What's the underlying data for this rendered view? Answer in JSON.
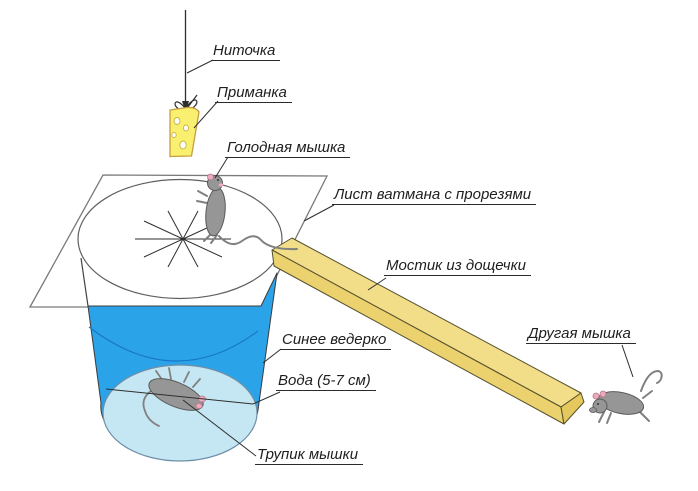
{
  "diagram": {
    "labels": {
      "string": "Ниточка",
      "bait": "Приманка",
      "hungry_mouse": "Голодная мышка",
      "paper_sheet": "Лист ватмана с прорезями",
      "bridge": "Мостик из дощечки",
      "other_mouse": "Другая мышка",
      "bucket": "Синее ведерко",
      "water": "Вода (5-7 см)",
      "dead_mouse": "Трупик мышки"
    },
    "colors": {
      "bucket_blue": "#2BA3E8",
      "bucket_arc_blue": "#1878C8",
      "water_blue": "#C5E6F3",
      "plank_yellow": "#F2DE88",
      "plank_side_yellow": "#EBD26E",
      "plank_end_yellow": "#E4C85E",
      "cheese_yellow": "#F9F06F",
      "cheese_outline": "#C79E3E",
      "mouse_gray": "#969696",
      "mouse_outline": "#5A5A5A",
      "ear_pink": "#EFA8BC",
      "line_dark": "#2E2E2E",
      "paper_outline": "#7A7A7A"
    }
  }
}
